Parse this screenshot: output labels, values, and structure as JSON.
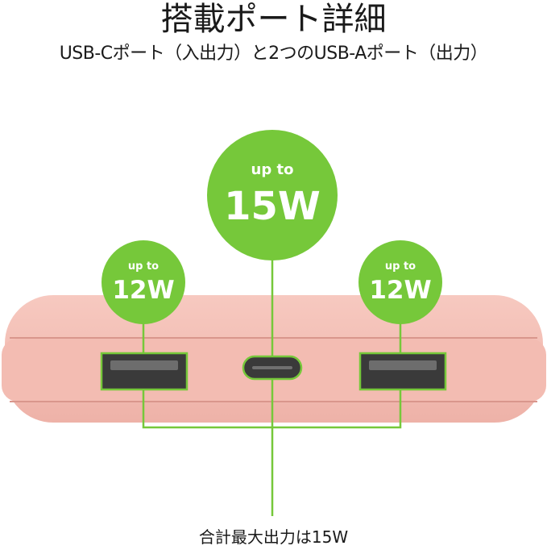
{
  "title": "搭載ポート詳細",
  "subtitle": "USB-Cポート（入出力）と2つのUSB-Aポート（出力）",
  "ports": {
    "usb_c": {
      "prefix": "up to",
      "watt": "15W"
    },
    "usb_a_left": {
      "prefix": "up to",
      "watt": "12W"
    },
    "usb_a_right": {
      "prefix": "up to",
      "watt": "12W"
    }
  },
  "footer": "合計最大出力は15W",
  "colors": {
    "accent": "#76c83a",
    "device": "#f2b8ae",
    "port": "#3a3a3a"
  }
}
